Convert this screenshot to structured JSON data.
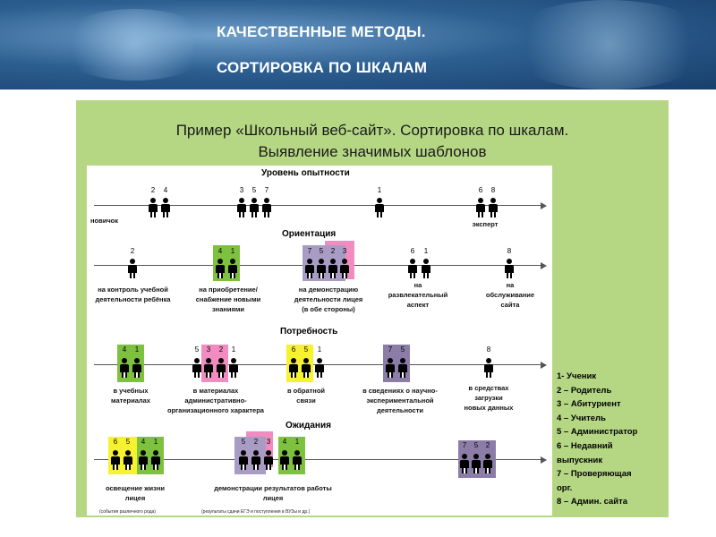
{
  "header": {
    "title": "КАЧЕСТВЕННЫЕ МЕТОДЫ.",
    "subtitle": "СОРТИРОВКА ПО ШКАЛАМ"
  },
  "panel": {
    "heading_line1": "Пример «Школьный веб-сайт». Сортировка по шкалам.",
    "heading_line2": "Выявление значимых шаблонов"
  },
  "sections": {
    "s1": {
      "label": "Уровень опытности",
      "left_end": "новичок",
      "right_end": "эксперт",
      "groups": [
        {
          "numbers": [
            "2",
            "4"
          ]
        },
        {
          "numbers": [
            "3",
            "5",
            "7"
          ]
        },
        {
          "numbers": [
            "1"
          ]
        },
        {
          "numbers": [
            "6",
            "8"
          ]
        }
      ]
    },
    "s2": {
      "label": "Ориентация",
      "groups": [
        {
          "numbers": [
            "2"
          ],
          "caption1": "на контроль учебной",
          "caption2": "деятельности ребёнка"
        },
        {
          "numbers": [
            "4",
            "1"
          ],
          "caption1": "на приобретение/",
          "caption2": "снабжение новыми",
          "caption3": "знаниями"
        },
        {
          "numbers": [
            "7",
            "5",
            "2",
            "3"
          ],
          "caption1": "на демонстрацию",
          "caption2": "деятельности лицея",
          "caption3": "(в  обе стороны)"
        },
        {
          "numbers": [
            "6",
            "1"
          ],
          "caption1": "на",
          "caption2": "развлекательный",
          "caption3": "аспект"
        },
        {
          "numbers": [
            "8"
          ],
          "caption1": "на",
          "caption2": "обслуживание",
          "caption3": "сайта"
        }
      ]
    },
    "s3": {
      "label": "Потребность",
      "groups": [
        {
          "numbers": [
            "4",
            "1"
          ],
          "caption1": "в учебных",
          "caption2": "материалах"
        },
        {
          "numbers": [
            "5",
            "3",
            "2",
            "1"
          ],
          "caption1": "в материалах",
          "caption2": "административно-",
          "caption3": "организационного характера"
        },
        {
          "numbers": [
            "6",
            "5",
            "1"
          ],
          "caption1": "в обратной",
          "caption2": "связи"
        },
        {
          "numbers": [
            "7",
            "5"
          ],
          "caption1": "в сведениях о научно-",
          "caption2": "экспериментальной",
          "caption3": "деятельности"
        },
        {
          "numbers": [
            "8"
          ],
          "caption1": "в средствах",
          "caption2": "загрузки",
          "caption3": "новых данных"
        }
      ]
    },
    "s4": {
      "label": "Ожидания",
      "groups": [
        {
          "numbers": [
            "6",
            "5",
            "4",
            "1"
          ],
          "caption1": "освещение жизни",
          "caption2": "лицея",
          "note": "(события различного рода)"
        },
        {
          "numbers": [
            "5",
            "2",
            "3",
            "4",
            "1"
          ],
          "caption1": "демонстрации результатов работы",
          "caption2": "лицея",
          "note": "(результаты сдачи ЕГЭ и поступления в ВУЗы и др.)"
        },
        {
          "numbers": [
            "7",
            "5",
            "2"
          ]
        }
      ]
    }
  },
  "legend": [
    "1- Ученик",
    "2 – Родитель",
    "3 – Абитуриент",
    "4 – Учитель",
    "5 – Администратор",
    "6 – Недавний",
    "выпускник",
    "7 – Проверяющая",
    "орг.",
    "8 – Админ. сайта"
  ],
  "colors": {
    "green": "#7ec13f",
    "pink": "#f08cc0",
    "lilac": "#a99cc4",
    "yellow": "#f7f230",
    "violet": "#8b7da8",
    "panel": "#b5d784",
    "header": "#2d5f91"
  },
  "icons": {
    "person": "person-icon"
  }
}
